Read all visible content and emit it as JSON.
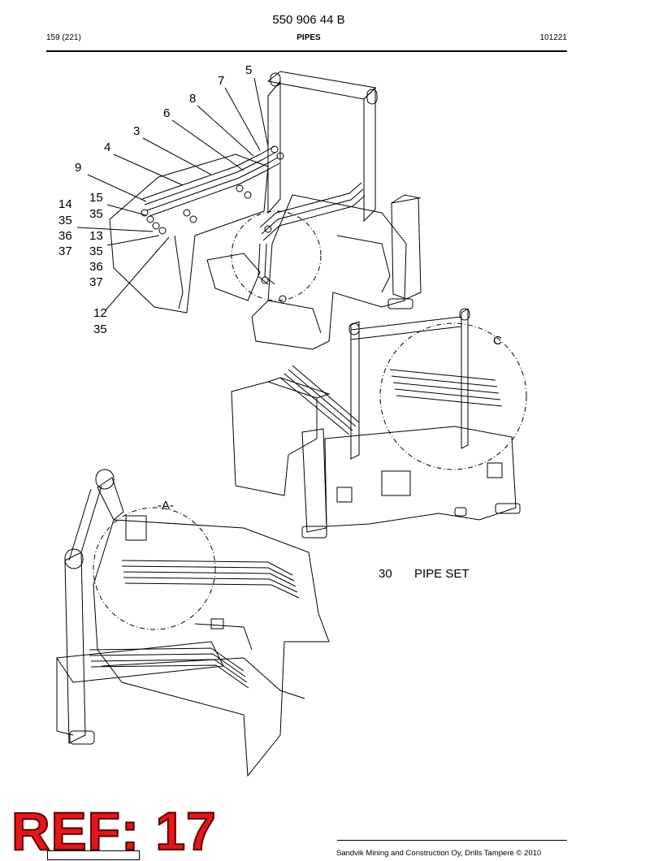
{
  "header": {
    "doc_number": "550 906 44 B",
    "page_ref": "159 (221)",
    "section_title": "PIPES",
    "date_code": "101221"
  },
  "callouts": [
    "5",
    "7",
    "8",
    "6",
    "3",
    "4",
    "9",
    "15",
    "35",
    "14",
    "35",
    "36",
    "13",
    "35",
    "37",
    "36",
    "37",
    "12",
    "35"
  ],
  "view_labels": {
    "a": "-A-",
    "c": "C"
  },
  "legend": {
    "item_number": "30",
    "item_name": "PIPE SET"
  },
  "ref_stamp": "REF: 17",
  "footer": {
    "copyright": "Sandvik Mining and Construction Oy, Drills Tampere © 2010"
  }
}
